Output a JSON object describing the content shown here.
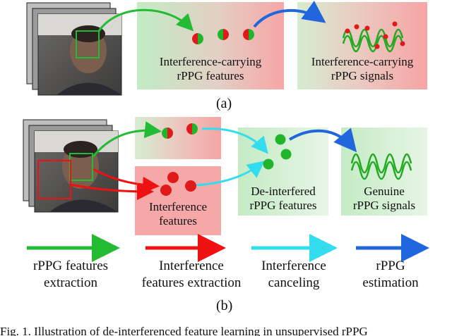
{
  "panel_a": {
    "label": "(a)",
    "box_features": "Interference-carrying rPPG features",
    "box_features_line1": "Interference-carrying",
    "box_features_line2": "rPPG features",
    "box_signals_line1": "Interference-carrying",
    "box_signals_line2": "rPPG signals"
  },
  "panel_b": {
    "label": "(b)",
    "interference_line1": "Interference",
    "interference_line2": "features",
    "deinterfered_line1": "De-interfered",
    "deinterfered_line2": "rPPG features",
    "genuine_line1": "Genuine",
    "genuine_line2": "rPPG signals"
  },
  "legend": [
    {
      "line1": "rPPG features",
      "line2": "extraction",
      "color": "#22bb33"
    },
    {
      "line1": "Interference",
      "line2": "features extraction",
      "color": "#ee1111"
    },
    {
      "line1": "Interference",
      "line2": "canceling",
      "color": "#33ddee"
    },
    {
      "line1": "rPPG",
      "line2": "estimation",
      "color": "#2266dd"
    }
  ],
  "caption": "Fig. 1.   Illustration of de-interferenced feature learning in unsupervised rPPG",
  "colors": {
    "green_region": "#c6ebc6",
    "red_region": "#f6a8a8",
    "feature_green": "#21b52c",
    "feature_red": "#e01a1a",
    "wave_green": "#22aa22",
    "arrow_green": "#22bb33",
    "arrow_red": "#ee1111",
    "arrow_cyan": "#33ddee",
    "arrow_blue": "#2266dd"
  }
}
